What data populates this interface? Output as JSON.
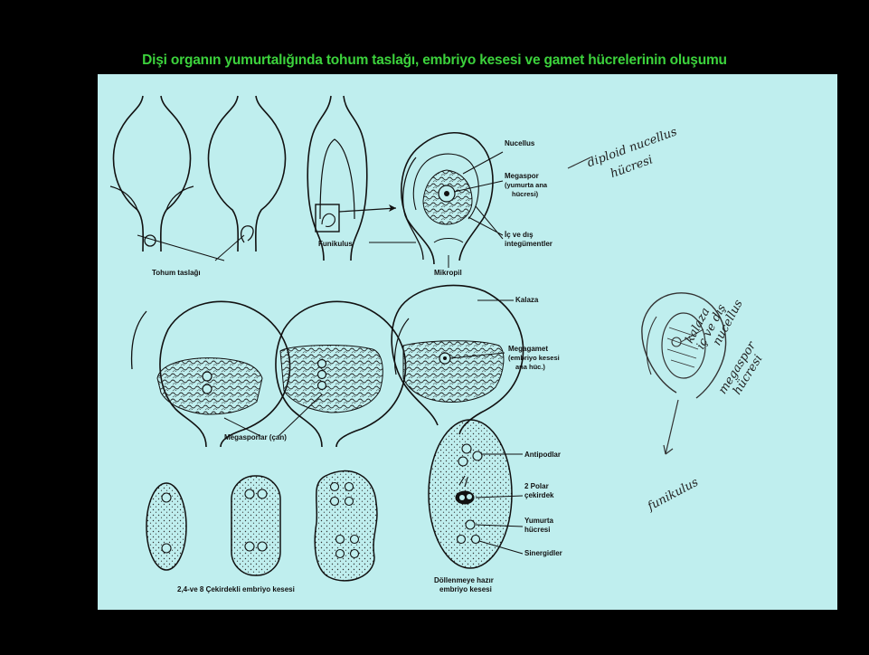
{
  "slide": {
    "title": "Dişi organın yumurtalığında tohum taslağı, embriyo kesesi  ve gamet hücrelerinin oluşumu"
  },
  "labels": {
    "tohum_taslagi": "Tohum taslağı",
    "nucellus": "Nucellus",
    "megaspor_1": "Megaspor",
    "megaspor_2": "(yumurta ana",
    "megaspor_3": "hücresi)",
    "funikulus": "Funikulus",
    "integument_1": "İç ve dış",
    "integument_2": "integümentler",
    "mikropil": "Mikropil",
    "kalaza": "Kalaza",
    "megagamet_1": "Megagamet",
    "megagamet_2": "(embriyo kesesi",
    "megagamet_3": "ana hüc.)",
    "megasporlar": "Megasporlar (çan)",
    "antipodlar": "Antipodlar",
    "polar_1": "2 Polar",
    "polar_2": "çekirdek",
    "yumurta_1": "Yumurta",
    "yumurta_2": "hücresi",
    "sinergidler": "Sinergidler",
    "cekirdekli": "2,4-ve 8 Çekirdekli embriyo kesesi",
    "dollenme_1": "Döllenmeye hazır",
    "dollenme_2": "embriyo kesesi"
  },
  "handwriting": {
    "diploid_1": "diploid nucellus",
    "diploid_2": "hücresi",
    "side_1": "kalaza",
    "side_2": "iç ve dış",
    "side_3": "nucellus",
    "side_4": "megaspor",
    "side_5": "hücresi",
    "funikulus": "funikulus"
  }
}
